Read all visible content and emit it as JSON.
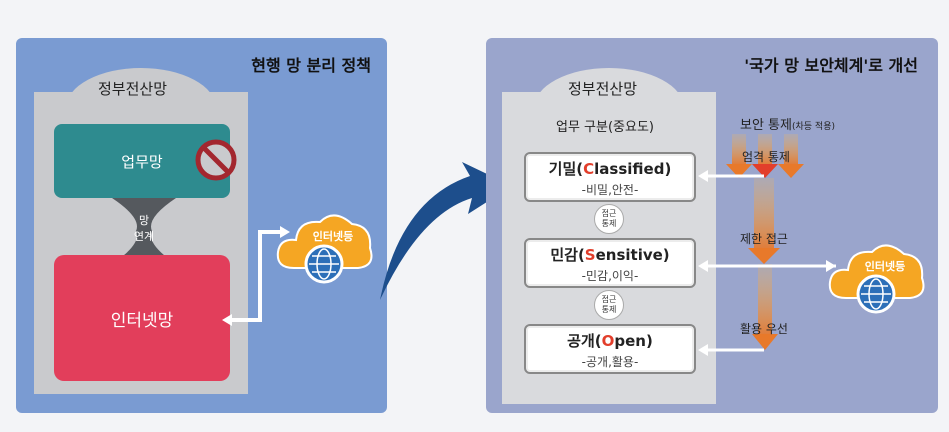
{
  "left_panel": {
    "title": "현행 망 분리 정책",
    "gov_label": "정부전산망",
    "work_net": "업무망",
    "link_line1": "망",
    "link_line2": "연계",
    "internet_net": "인터넷망",
    "cloud_label": "인터넷등"
  },
  "right_panel": {
    "title": "'국가 망 보안체계'로 개선",
    "gov_label": "정부전산망",
    "biz_class": "업무 구분(중요도)",
    "tiers": [
      {
        "name_ko": "기밀",
        "paren_open": "(",
        "initial": "C",
        "rest": "lassified",
        "paren_close": ")",
        "sub": "-비밀,안전-"
      },
      {
        "name_ko": "민감",
        "paren_open": "(",
        "initial": "S",
        "rest": "ensitive",
        "paren_close": ")",
        "sub": "-민감,이익-"
      },
      {
        "name_ko": "공개",
        "paren_open": "(",
        "initial": "O",
        "rest": "pen",
        "paren_close": ")",
        "sub": "-공개,활용-"
      }
    ],
    "access_line1": "접근",
    "access_line2": "통제",
    "sec_ctrl": "보안 통제",
    "sec_ctrl_note": "(차등 적용)",
    "strict_ctrl": "엄격 통제",
    "limit_access": "제한 접근",
    "priority_use": "활용 우선",
    "cloud_label": "인터넷등"
  },
  "colors": {
    "left_bg": "#7a9bd2",
    "right_bg": "#9aa5cc",
    "work_net": "#2e8b8f",
    "internet_net": "#e23e5b",
    "cloud": "#f5a623",
    "accent_red": "#e23e2b",
    "big_arrow": "#1d4e8c"
  }
}
